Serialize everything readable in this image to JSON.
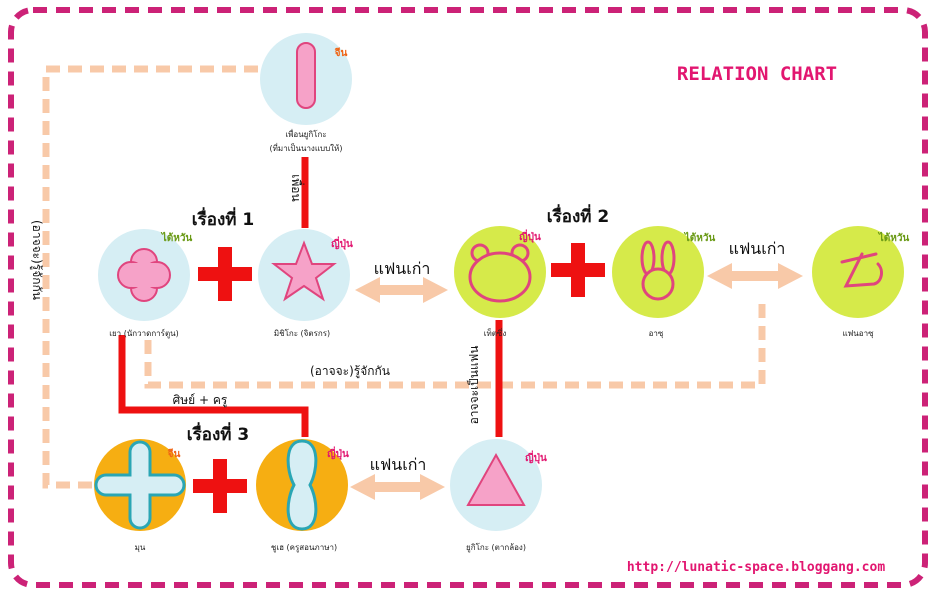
{
  "colors": {
    "frame": "#cc2277",
    "red_link": "#ee1111",
    "dashed_link": "#f8c9a8",
    "arrow": "#f8c9a8",
    "circle_blue": "#d6eef4",
    "circle_green": "#d6ea4a",
    "circle_orange": "#f6ae12",
    "shape_pink": "#f6a2c8",
    "shape_stroke_pink": "#e0457e",
    "shape_blue": "#d6eef4",
    "shape_stroke_teal": "#2aa6b4",
    "nation_orange": "#f06414",
    "nation_green": "#6a9a16",
    "nation_pink": "#e21670",
    "title": "#e21670"
  },
  "title": "RELATION CHART",
  "url": "http://lunatic-space.bloggang.com",
  "stories": {
    "s1": "เรื่องที่ 1",
    "s2": "เรื่องที่ 2",
    "s3": "เรื่องที่ 3"
  },
  "relations": {
    "friend": "เพื่อน",
    "ex1": "แฟนเก่า",
    "ex2": "แฟนเก่า",
    "ex3": "แฟนเก่า",
    "maybe_know_left": "(อาจจะ)รู้จักกัน",
    "maybe_know_mid": "(อาจจะ)รู้จักกัน",
    "student_teacher": "ศิษย์ + ครู",
    "may_be_lover": "อาจจะเป็นแฟน"
  },
  "people": {
    "yuki_friend": {
      "name1": "เพื่อนยูกิโกะ",
      "name2": "(ที่มาเป็นนางแบบให้)",
      "nation": "จีน"
    },
    "yao": {
      "name": "เยา (นักวาดการ์ตูน)",
      "nation": "ไต้หวัน"
    },
    "michiko": {
      "name": "มิชิโกะ (จิตรกร)",
      "nation": "ญี่ปุ่น"
    },
    "tetsu": {
      "name": "เท็ตซึ่ง",
      "nation": "ญี่ปุ่น"
    },
    "azu": {
      "name": "อาซุ",
      "nation": "ไต้หวัน"
    },
    "azu_ex": {
      "name": "แฟนอาซุ",
      "nation": "ไต้หวัน"
    },
    "mun": {
      "name": "มุน",
      "nation": "จีน"
    },
    "shuu": {
      "name": "ชูเฮ (ครูสอนภาษา)",
      "nation": "ญี่ปุ่น"
    },
    "yukiko": {
      "name": "ยูกิโกะ (ตากล้อง)",
      "nation": "ญี่ปุ่น"
    }
  }
}
